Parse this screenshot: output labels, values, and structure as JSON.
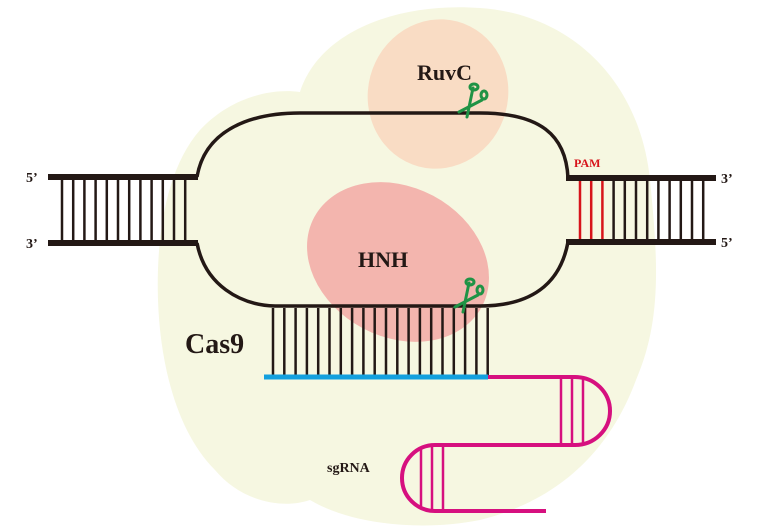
{
  "labels": {
    "left_top_end": "5’",
    "left_bottom_end": "3’",
    "right_top_end": "3’",
    "right_bottom_end": "5’",
    "pam": "PAM",
    "ruvc": "RuvC",
    "hnh": "HNH",
    "cas9": "Cas9",
    "sgrna": "sgRNA"
  },
  "components": {
    "protein": "Cas9",
    "nuclease_domains": [
      "RuvC",
      "HNH"
    ],
    "guide": "sgRNA",
    "motif": "PAM",
    "cut_sites": 2,
    "left_duplex_base_pairs": 12,
    "right_duplex_base_pairs": 12,
    "pam_base_pairs": 3,
    "guide_target_base_pairs": 20,
    "sgrna_upper_hairpin_pairs": 3,
    "sgrna_lower_hairpin_pairs": 3
  },
  "colors": {
    "cas9_body": "#f6f7e1",
    "ruvc_domain": "#f9dcc4",
    "hnh_domain": "#f3b5ae",
    "dna_strand": "#231815",
    "pam": "#d7141b",
    "guide_spacer": "#13a0de",
    "sgrna_scaffold": "#d6107f",
    "scissors": "#1f9345"
  }
}
